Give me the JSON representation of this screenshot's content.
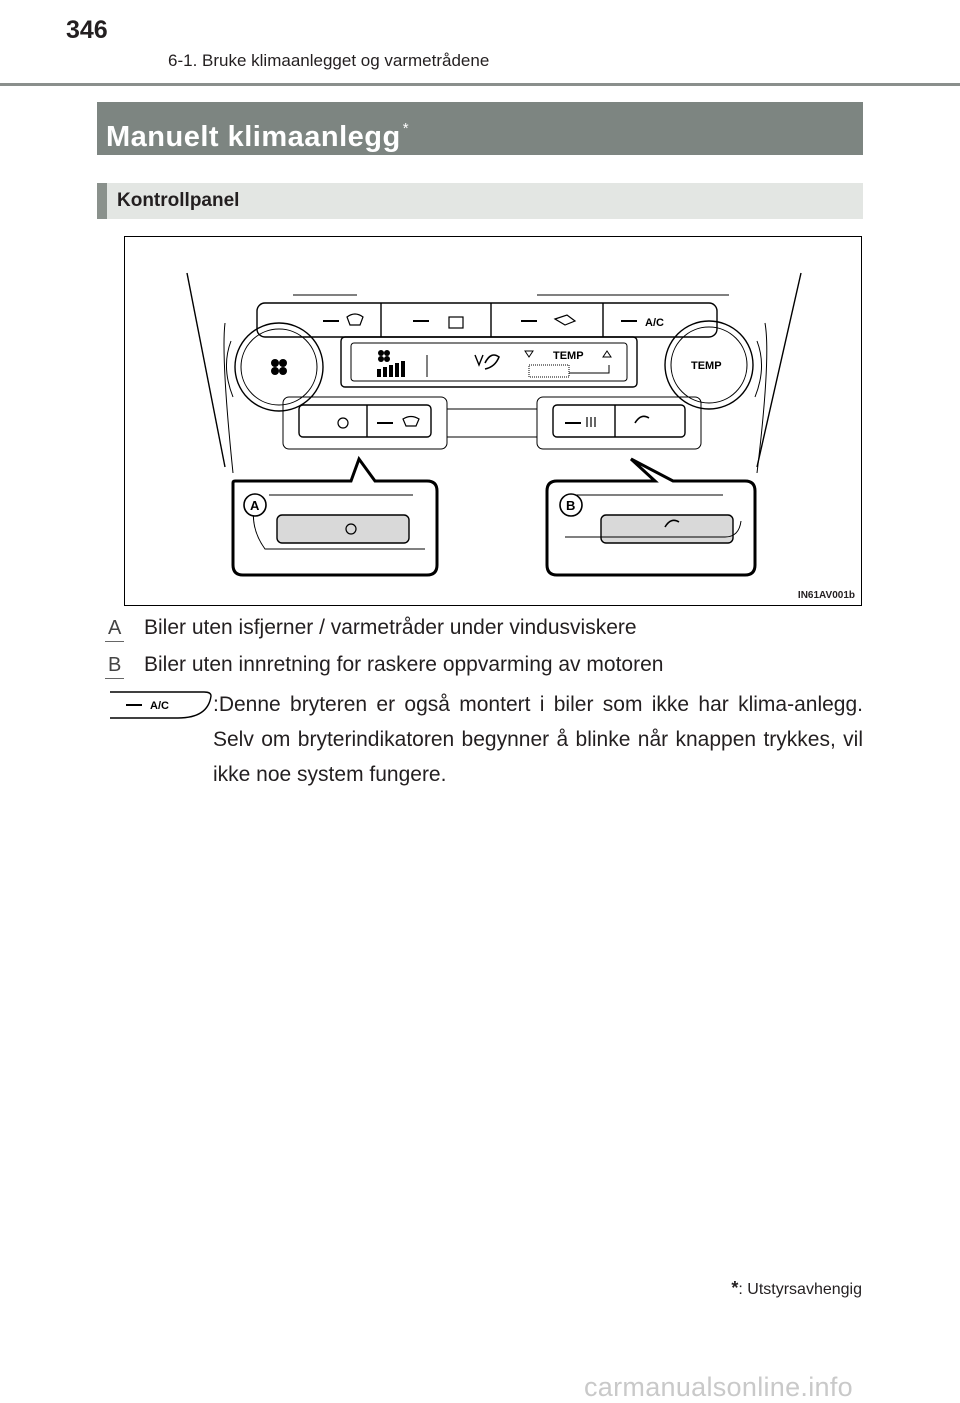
{
  "header": {
    "page_number": "346",
    "chapter": "6-1. Bruke klimaanlegget og varmetrådene"
  },
  "section": {
    "title": "Manuelt klimaanlegg",
    "marker": "*"
  },
  "subsection": {
    "title": "Kontrollpanel"
  },
  "figure": {
    "code": "IN61AV001b",
    "panel_button_labels": [
      "A/C",
      "TEMP",
      "TEMP"
    ],
    "callouts": [
      "A",
      "B"
    ]
  },
  "notes": [
    {
      "letter": "A",
      "text": "Biler uten isfjerner / varmetråder under vindusviskere"
    },
    {
      "letter": "B",
      "text": "Biler uten innretning for raskere oppvarming av motoren"
    }
  ],
  "ac_note": {
    "button_label": "A/C",
    "text": ":Denne bryteren er også montert i biler som ikke har klima-anlegg. Selv om bryterindikatoren begynner å blinke når knappen trykkes, vil ikke noe system fungere."
  },
  "footnote": {
    "star": "*",
    "text": ": Utstyrsavhengig"
  },
  "watermark": "carmanualsonline.info"
}
